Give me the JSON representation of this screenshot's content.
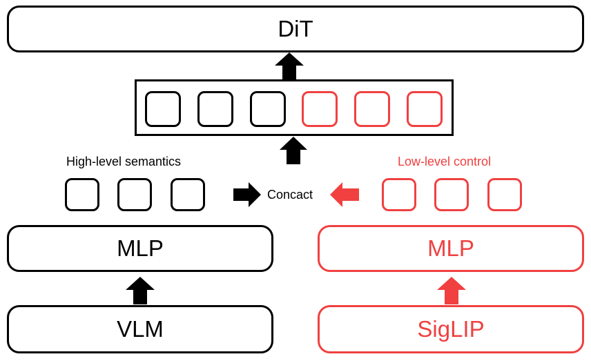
{
  "blocks": {
    "dit": "DiT",
    "mlp_left": "MLP",
    "vlm": "VLM",
    "mlp_right": "MLP",
    "siglip": "SigLIP"
  },
  "labels": {
    "high_level": "High-level semantics",
    "low_level": "Low-level control",
    "concact": "Concact"
  },
  "colors": {
    "black": "#000000",
    "red": "#f04040"
  }
}
